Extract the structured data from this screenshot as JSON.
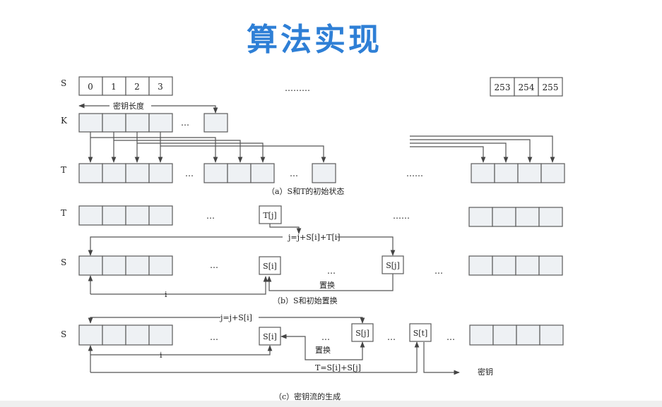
{
  "title": "算法实现",
  "panel_a": {
    "row_s": "S",
    "row_k": "K",
    "row_t": "T",
    "s_first": [
      "0",
      "1",
      "2",
      "3"
    ],
    "s_last": [
      "253",
      "254",
      "255"
    ],
    "dots_long": "………",
    "dots": "…",
    "dots_six": "……",
    "key_length": "密钥长度",
    "caption": "（a）S和T的初始状态"
  },
  "panel_b": {
    "row_t": "T",
    "row_s": "S",
    "tj": "T[j]",
    "si": "S[i]",
    "sj": "S[j]",
    "formula": "j=j+S[i]+T[i]",
    "swap": "置换",
    "i": "i",
    "dots": "…",
    "dots_six": "……",
    "caption": "（b）S和初始置换"
  },
  "panel_c": {
    "row_s": "S",
    "formula": "j=j+S[i]",
    "si": "S[i]",
    "sj": "S[j]",
    "st": "S[t]",
    "swap": "置换",
    "i": "i",
    "t_formula": "T=S[i]+S[j]",
    "key": "密钥",
    "dots": "…",
    "caption": "（c）密钥流的生成"
  }
}
